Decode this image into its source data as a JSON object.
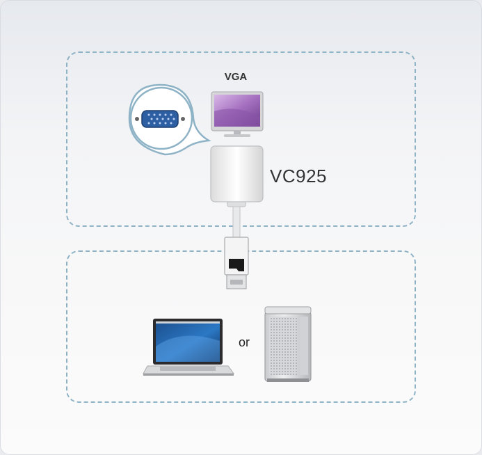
{
  "diagram": {
    "monitor_label": "VGA",
    "adapter_label": "VC925",
    "connector_word": "or"
  },
  "colors": {
    "dashed_border": "#8fb3c6",
    "vga_port_blue": "#2f5fa3",
    "screen_purple": "#a46fbf"
  },
  "icons": {
    "zoom": "vga-port-zoom-icon",
    "monitor": "monitor-icon",
    "adapter": "adapter-icon",
    "plug": "displayport-plug-icon",
    "laptop": "laptop-icon",
    "desktop": "desktop-tower-icon"
  }
}
